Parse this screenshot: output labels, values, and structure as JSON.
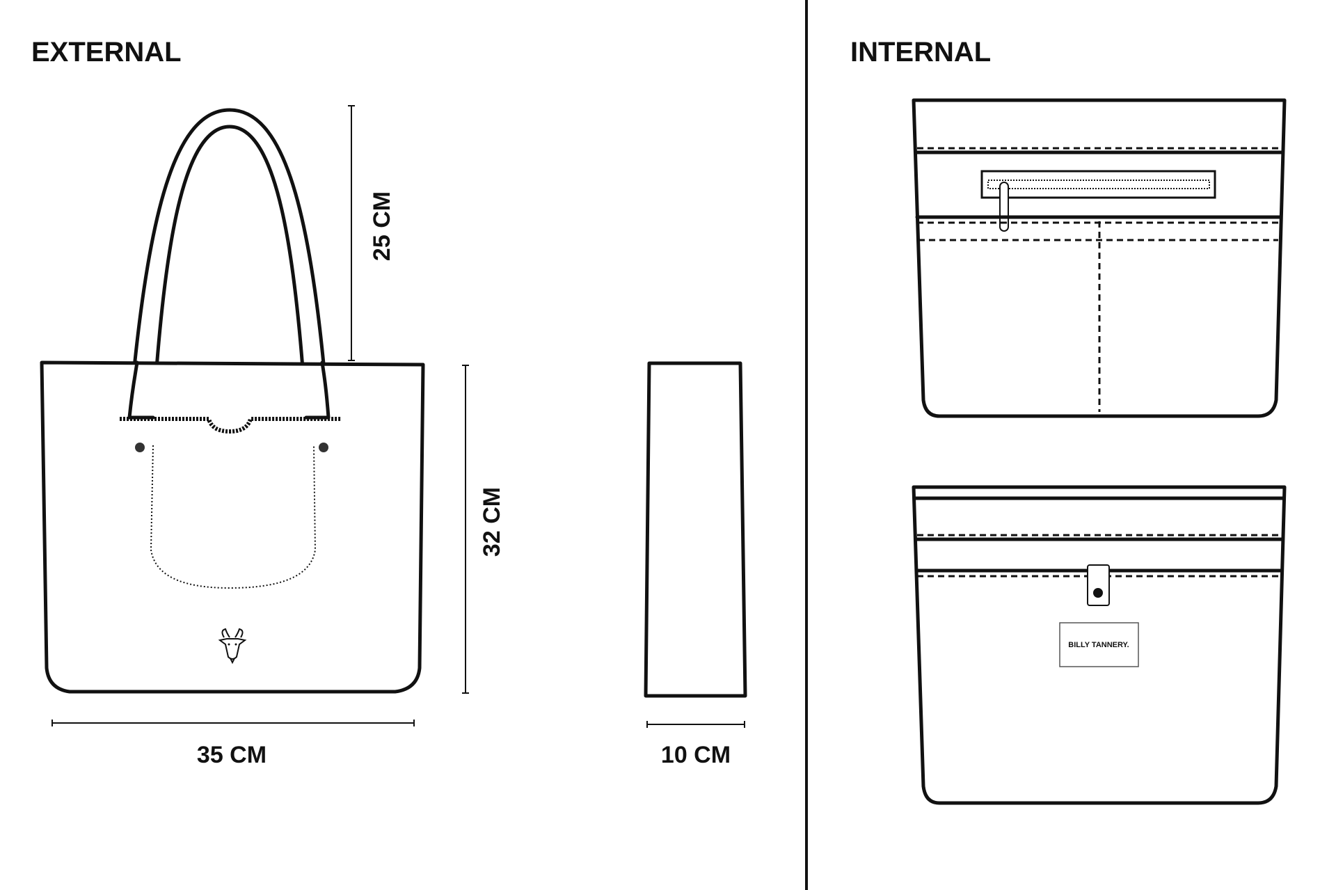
{
  "sections": {
    "external": {
      "title": "EXTERNAL"
    },
    "internal": {
      "title": "INTERNAL"
    }
  },
  "dimensions": {
    "handle_drop": "25 CM",
    "height": "32 CM",
    "width": "35 CM",
    "depth": "10 CM"
  },
  "branding": {
    "patch_text": "BILLY TANNERY."
  },
  "icons": {
    "logo": "goat-head-icon"
  }
}
